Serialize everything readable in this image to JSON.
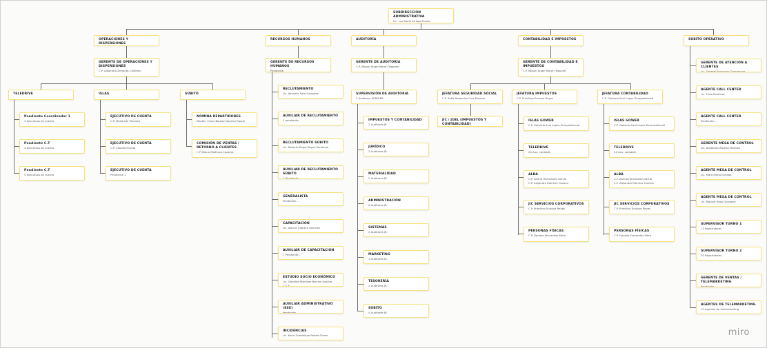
{
  "root": {
    "title": "SUBDIRECCIÓN ADMINISTRATIVA",
    "sub": [
      "Lic. Luz María Arriaga Flores"
    ]
  },
  "ops": {
    "title": "OPERACIONES Y DISPERSIONES",
    "manager": {
      "title": "GERENTE DE OPERACIONES Y DISPERSIONES",
      "sub": [
        "C.P. Alejandra Armenta Calderon"
      ]
    },
    "teams": [
      {
        "title": "TELEDRIVE",
        "children": [
          {
            "title": "Pendiente Coordinador 1",
            "sub": [
              "4 ejecutivos de cuenta"
            ]
          },
          {
            "title": "Pendiente C.T",
            "sub": [
              "4 ejecutivos de cuenta"
            ]
          },
          {
            "title": "Pendiente C.T",
            "sub": [
              "5 ejecutivos de cuenta"
            ]
          }
        ]
      },
      {
        "title": "ISLAS",
        "children": [
          {
            "title": "EJECUTIVO DE CUENTA",
            "sub": [
              "C.P. Maharishi Pacheco"
            ]
          },
          {
            "title": "EJECUTIVO DE CUENTA",
            "sub": [
              "C.P. Claudia Huerta"
            ]
          },
          {
            "title": "EJECUTIVO DE CUENTA",
            "sub": [
              "Pendiente 1"
            ]
          }
        ]
      },
      {
        "title": "SÚBITO",
        "children": [
          {
            "title": "NÓMINA REPARTIDORES",
            "sub": [
              "Master: Cesar Barody Navarro Roque"
            ]
          },
          {
            "title": "COMISIÓN DE VENTAS / RETORNO A CLIENTES",
            "sub": [
              "C.P. Diana Medhuca Lezama"
            ]
          }
        ]
      }
    ]
  },
  "rh": {
    "title": "RECURSOS HUMANOS",
    "manager": {
      "title": "GERENTE DE RECURSOS HUMANOS",
      "sub": [
        "Pendiente"
      ]
    },
    "children": [
      {
        "title": "RECLUTAMIENTO",
        "sub": [
          "Lic. Jennyfer Soto Gonzalez"
        ]
      },
      {
        "title": "AUXILIAR DE RECLUTAMIENTO",
        "sub": [
          "1 pendiente"
        ]
      },
      {
        "title": "RECLUTAMIENTO SÚBITO",
        "sub": [
          "Lic. Roberto Edgar Reyes Sandoval"
        ]
      },
      {
        "title": "AUXILIAR DE RECLUTAMIENTO SÚBITO",
        "sub": [
          "1 Pendiente..."
        ]
      },
      {
        "title": "GENERALISTA",
        "sub": [
          "Pendiente..."
        ]
      },
      {
        "title": "CAPACITACIÓN",
        "sub": [
          "Lic. Jeanne Cabrera Sanchez"
        ]
      },
      {
        "title": "AUXILIAR DE CAPACITACIÓN",
        "sub": [
          "1 Pendiente..."
        ]
      },
      {
        "title": "ESTUDIO SOCIO ECONÓMICO",
        "sub": [
          "Lic. Gisselda Martinez Barrios Auxiliar C.S.E"
        ]
      },
      {
        "title": "AUXILIAR ADMINISTRATIVO (ESE)",
        "sub": [
          "Pendiente"
        ]
      },
      {
        "title": "INCIDENCIAS",
        "sub": [
          "Lic. Karla Guadalupe Robles Flores"
        ]
      }
    ]
  },
  "aud": {
    "title": "AUDITORÍA",
    "manager": {
      "title": "GERENTE DE AUDITORÍA",
      "sub": [
        "C.P. Miguel Ángel Moran Tegoyotl"
      ]
    },
    "supervisor": {
      "title": "SUPERVISIÓN DE AUDITORIA",
      "sub": [
        "2 Auditores SENIORS"
      ]
    },
    "children": [
      {
        "title": "IMPUESTOS Y CONTABILIDAD",
        "sub": [
          "2 Auditores JR."
        ]
      },
      {
        "title": "JURÍDICO",
        "sub": [
          "2 Auditores JR."
        ]
      },
      {
        "title": "MATERIALIDAD",
        "sub": [
          "2 Auditores JR."
        ]
      },
      {
        "title": "ADMINISTRACIÓN",
        "sub": [
          "2 Auditores JR."
        ]
      },
      {
        "title": "SISTEMAS",
        "sub": [
          "2 Auditores JR."
        ]
      },
      {
        "title": "MARKETING",
        "sub": [
          "1 Auditores JR."
        ]
      },
      {
        "title": "TESORERÍA",
        "sub": [
          "2 Auditores JR."
        ]
      },
      {
        "title": "SÚBITO",
        "sub": [
          "4 Auditores JR."
        ]
      }
    ]
  },
  "cont": {
    "title": "CONTABILIDAD E IMPUESTOS",
    "manager": {
      "title": "GERENTE DE CONTABILIDAD E IMPUESTOS",
      "sub": [
        "C.P. Miguel Ángel Moran Tegoyotl"
      ]
    },
    "heads": [
      {
        "title": "JEFATURA SEGURIDAD SOCIAL",
        "sub": [
          "C.P. Sofía Alejandra Cruz Romero"
        ],
        "children": [
          {
            "title": "JIC / JOEL (IMPUESTOS Y CONTABILIDAD)",
            "sub": []
          }
        ]
      },
      {
        "title": "JEFATURA IMPUESTOS",
        "sub": [
          "C.P. Primitivo Enrique Reyes"
        ],
        "children": [
          {
            "title": "ISLAS GOWER",
            "sub": [
              "C.P. Gabriela Itzel Lopez Zempoaltecatl"
            ]
          },
          {
            "title": "TELEDRIVE",
            "sub": [
              "24 Aux. contable"
            ]
          },
          {
            "title": "ALBA",
            "sub": [
              "C.P. Karina Hernández García",
              "C.P. Alejandro Ramírez Huesca"
            ]
          },
          {
            "title": "JIC SERVICIOS CORPORATIVOS",
            "sub": [
              "C.P. Primitivo Enrique Reyes"
            ]
          },
          {
            "title": "PERSONAS FÍSICAS",
            "sub": [
              "C.P. Daniela Fernandez Mora"
            ]
          }
        ]
      },
      {
        "title": "JEFATURA CONTABILIDAD",
        "sub": [
          "C.P. Gabriela Itzel Lopez Zempoaltecatl"
        ],
        "children": [
          {
            "title": "ISLAS GOWER",
            "sub": [
              "C.P. Gabriela Itzel Lopez Zempoaltecatl"
            ]
          },
          {
            "title": "TELEDRIVE",
            "sub": [
              "24 Aux. contable"
            ]
          },
          {
            "title": "ALBA",
            "sub": [
              "C.P. Karina Hernández García",
              "C.P. Alejandro Ramírez Huesca"
            ]
          },
          {
            "title": "JIC SERVICIOS CORPORATIVOS",
            "sub": [
              "C.P. Primitivo Enrique Reyes"
            ]
          },
          {
            "title": "PERSONAS FÍSICAS",
            "sub": [
              "C.P. Daniela Fernandez Mora"
            ]
          }
        ]
      }
    ]
  },
  "subop": {
    "title": "SÚBITO OPERATIVO",
    "children": [
      {
        "title": "GERENTE DE ATENCIÓN A CLIENTES",
        "sub": [
          "Lic. Gerzael Pumarino Dominguez"
        ]
      },
      {
        "title": "AGENTE CALL CENTER",
        "sub": [
          "Lic. Frida Martinez"
        ]
      },
      {
        "title": "AGENTE CALL CENTER",
        "sub": [
          "Pendiente..."
        ]
      },
      {
        "title": "GERENTE MESA DE CONTROL",
        "sub": [
          "Lic. Alejandra Álvarez Morales"
        ]
      },
      {
        "title": "AGENTE MESA DE CONTROL",
        "sub": [
          "Lic. Mara Elena Estrada"
        ]
      },
      {
        "title": "AGENTE MESA DE CONTROL",
        "sub": [
          "Lic. Manuel Haas Gonzalez"
        ]
      },
      {
        "title": "SUPERVISOR TURNO 1",
        "sub": [
          "13 Repartidores"
        ]
      },
      {
        "title": "SUPERVISOR TURNO 2",
        "sub": [
          "20 Repartidores"
        ]
      },
      {
        "title": "GERENTE DE VENTAS / TELEMARKETING",
        "sub": [
          "Pendiente..."
        ]
      },
      {
        "title": "AGENTES DE TELEMARKETING",
        "sub": [
          "10 agentes de telemarketing"
        ]
      }
    ]
  },
  "logo": "miro",
  "colors": {
    "node_border": "#f7e27a",
    "connector": "#6e6e6e"
  }
}
